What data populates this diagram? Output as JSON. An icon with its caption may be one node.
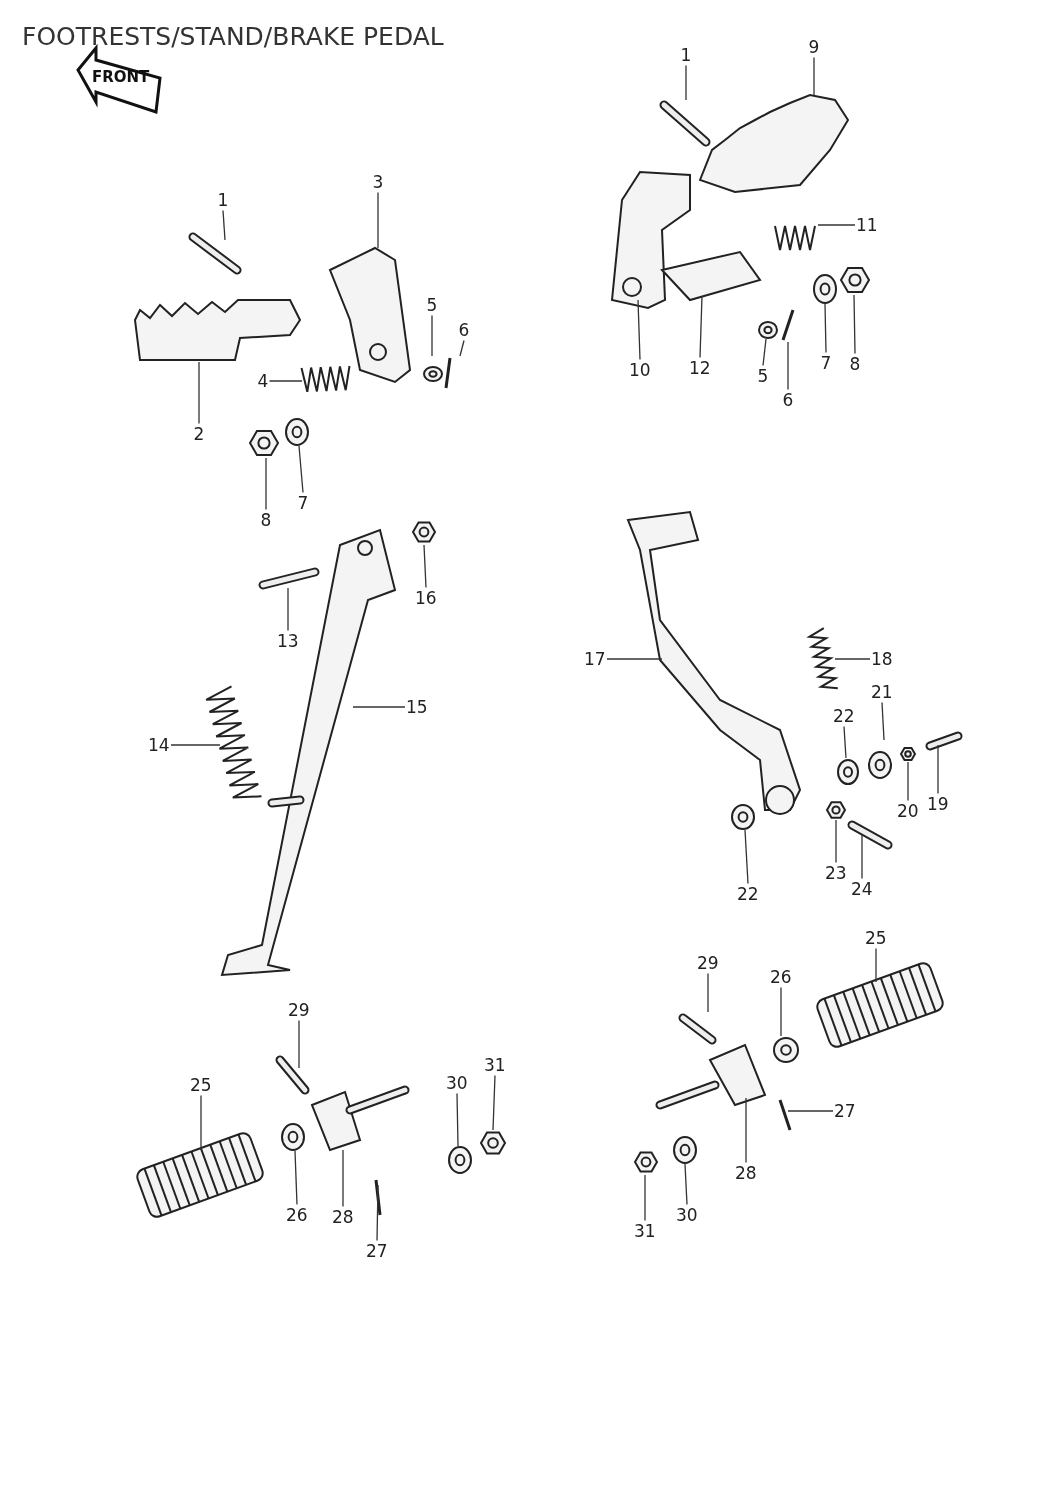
{
  "diagram": {
    "title": "FOOTRESTS/STAND/BRAKE PEDAL",
    "nodes": [
      {
        "text": [
          "1"
        ]
      },
      {
        "text": [
          "3"
        ]
      },
      {
        "text": [
          "5"
        ]
      },
      {
        "text": [
          "6"
        ]
      },
      {
        "text": [
          "4"
        ]
      },
      {
        "text": [
          "2"
        ]
      },
      {
        "text": [
          "8"
        ]
      },
      {
        "text": [
          "7"
        ]
      },
      {
        "text": [
          "1"
        ]
      },
      {
        "text": [
          "9"
        ]
      },
      {
        "text": [
          "11"
        ]
      },
      {
        "text": [
          "10"
        ]
      },
      {
        "text": [
          "12"
        ]
      },
      {
        "text": [
          "5"
        ]
      },
      {
        "text": [
          "6"
        ]
      },
      {
        "text": [
          "7"
        ]
      },
      {
        "text": [
          "8"
        ]
      },
      {
        "text": [
          "16"
        ]
      },
      {
        "text": [
          "13"
        ]
      },
      {
        "text": [
          "15"
        ]
      },
      {
        "text": [
          "14"
        ]
      },
      {
        "text": [
          "17"
        ]
      },
      {
        "text": [
          "18"
        ]
      },
      {
        "text": [
          "22"
        ]
      },
      {
        "text": [
          "21"
        ]
      },
      {
        "text": [
          "20"
        ]
      },
      {
        "text": [
          "19"
        ]
      },
      {
        "text": [
          "22"
        ]
      },
      {
        "text": [
          "23"
        ]
      },
      {
        "text": [
          "24"
        ]
      },
      {
        "text": [
          "25"
        ]
      },
      {
        "text": [
          "29"
        ]
      },
      {
        "text": [
          "26"
        ]
      },
      {
        "text": [
          "27"
        ]
      },
      {
        "text": [
          "28"
        ]
      },
      {
        "text": [
          "30"
        ]
      },
      {
        "text": [
          "31"
        ]
      },
      {
        "text": [
          "29"
        ]
      },
      {
        "text": [
          "25"
        ]
      },
      {
        "text": [
          "30"
        ]
      },
      {
        "text": [
          "31"
        ]
      },
      {
        "text": [
          "26"
        ]
      },
      {
        "text": [
          "28"
        ]
      },
      {
        "text": [
          "27"
        ]
      }
    ],
    "edges": [
      {
        "from": 0,
        "to": null,
        "arrow": "none"
      },
      {
        "from": 1,
        "to": null,
        "arrow": "none"
      },
      {
        "from": 2,
        "to": null,
        "arrow": "none"
      },
      {
        "from": 3,
        "to": null,
        "arrow": "none"
      },
      {
        "from": 4,
        "to": null,
        "arrow": "none"
      },
      {
        "from": 5,
        "to": null,
        "arrow": "none"
      },
      {
        "from": 6,
        "to": null,
        "arrow": "none"
      },
      {
        "from": 7,
        "to": null,
        "arrow": "none"
      },
      {
        "from": 8,
        "to": null,
        "arrow": "none"
      },
      {
        "from": 9,
        "to": null,
        "arrow": "none"
      },
      {
        "from": 10,
        "to": null,
        "arrow": "none"
      },
      {
        "from": 11,
        "to": null,
        "arrow": "none"
      },
      {
        "from": 12,
        "to": null,
        "arrow": "none"
      },
      {
        "from": 13,
        "to": null,
        "arrow": "none"
      },
      {
        "from": 14,
        "to": null,
        "arrow": "none"
      },
      {
        "from": 15,
        "to": null,
        "arrow": "none"
      },
      {
        "from": 16,
        "to": null,
        "arrow": "none"
      },
      {
        "from": 17,
        "to": null,
        "arrow": "none"
      },
      {
        "from": 18,
        "to": null,
        "arrow": "none"
      },
      {
        "from": 19,
        "to": null,
        "arrow": "none"
      },
      {
        "from": 20,
        "to": null,
        "arrow": "none"
      },
      {
        "from": 21,
        "to": null,
        "arrow": "none"
      },
      {
        "from": 22,
        "to": null,
        "arrow": "none"
      },
      {
        "from": 23,
        "to": null,
        "arrow": "none"
      },
      {
        "from": 24,
        "to": null,
        "arrow": "none"
      },
      {
        "from": 25,
        "to": null,
        "arrow": "none"
      },
      {
        "from": 26,
        "to": null,
        "arrow": "none"
      },
      {
        "from": 27,
        "to": null,
        "arrow": "none"
      },
      {
        "from": 28,
        "to": null,
        "arrow": "none"
      },
      {
        "from": 29,
        "to": null,
        "arrow": "none"
      },
      {
        "from": 30,
        "to": null,
        "arrow": "none"
      },
      {
        "from": 31,
        "to": null,
        "arrow": "none"
      },
      {
        "from": 32,
        "to": null,
        "arrow": "none"
      },
      {
        "from": 33,
        "to": null,
        "arrow": "none"
      },
      {
        "from": 34,
        "to": null,
        "arrow": "none"
      },
      {
        "from": 35,
        "to": null,
        "arrow": "none"
      },
      {
        "from": 36,
        "to": null,
        "arrow": "none"
      },
      {
        "from": 37,
        "to": null,
        "arrow": "none"
      },
      {
        "from": 38,
        "to": null,
        "arrow": "none"
      },
      {
        "from": 39,
        "to": null,
        "arrow": "none"
      },
      {
        "from": 40,
        "to": null,
        "arrow": "none"
      },
      {
        "from": 41,
        "to": null,
        "arrow": "none"
      },
      {
        "from": 42,
        "to": null,
        "arrow": "none"
      },
      {
        "from": 43,
        "to": null,
        "arrow": "none"
      }
    ],
    "labels": [
      "FRONT"
    ]
  }
}
